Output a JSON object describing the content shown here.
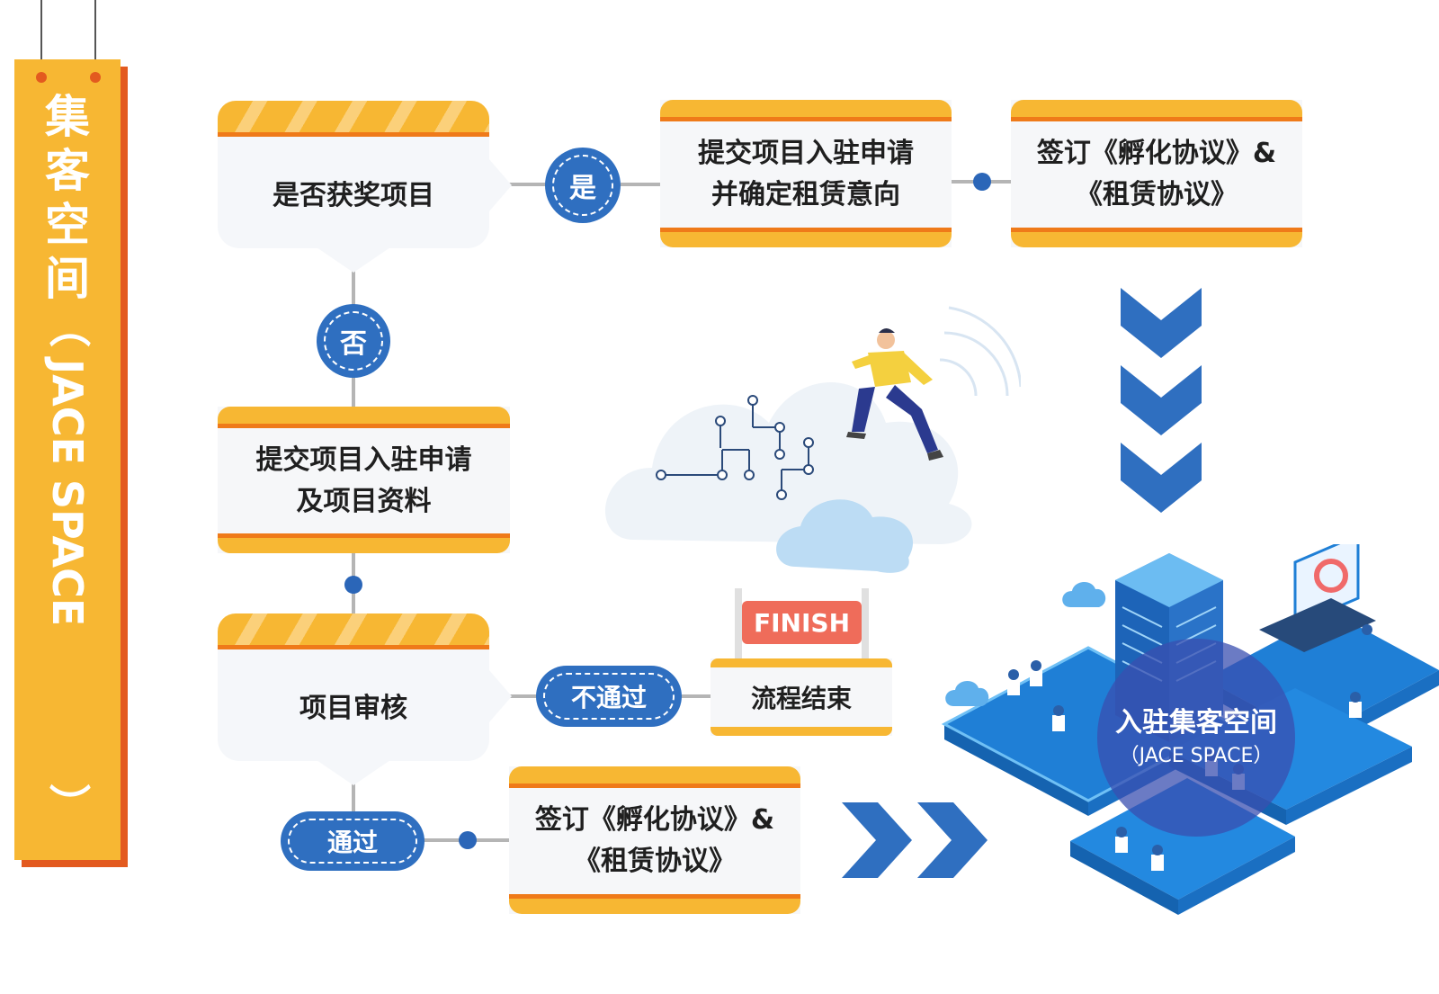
{
  "banner": {
    "chars": [
      "集",
      "客",
      "空",
      "间"
    ],
    "open": "（",
    "latin": "JACE SPACE",
    "close": "）"
  },
  "flow": {
    "decision1": "是否获奖项目",
    "yes": "是",
    "no": "否",
    "submit_awarded": [
      "提交项目入驻申请",
      "并确定租赁意向"
    ],
    "sign_top": [
      "签订《孵化协议》&",
      "《租赁协议》"
    ],
    "submit_regular": [
      "提交项目入驻申请",
      "及项目资料"
    ],
    "decision2": "项目审核",
    "fail": "不通过",
    "finish_flag": "FINISH",
    "end": "流程结束",
    "pass": "通过",
    "sign_bottom": [
      "签订《孵化协议》&",
      "《租赁协议》"
    ],
    "destination": "入驻集客空间",
    "destination_sub": "（JACE SPACE）"
  },
  "colors": {
    "banner": "#f7b733",
    "banner_shadow": "#e35a1f",
    "accent_orange": "#ef7a19",
    "blue": "#2f6fc0",
    "dark_blue": "#2b66b8"
  }
}
